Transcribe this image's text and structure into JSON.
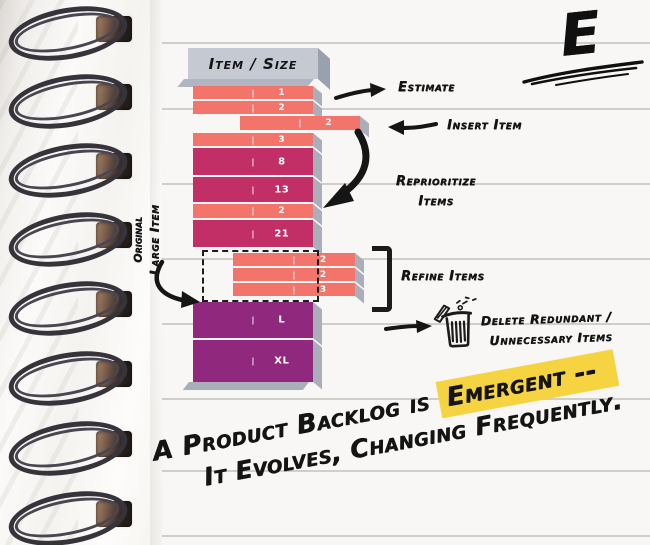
{
  "logo": {
    "letter": "E"
  },
  "table_header": {
    "label": "Item / Size"
  },
  "backlog": {
    "tick": "|",
    "items": [
      {
        "value": "1",
        "color": "#F2746B",
        "variant": "normal"
      },
      {
        "value": "2",
        "color": "#F2746B",
        "variant": "normal"
      },
      {
        "value": "2",
        "color": "#F2746B",
        "variant": "inserted"
      },
      {
        "value": "3",
        "color": "#F2746B",
        "variant": "normal"
      },
      {
        "value": "8",
        "color": "#C22F67",
        "variant": "normal"
      },
      {
        "value": "13",
        "color": "#C22F67",
        "variant": "normal"
      },
      {
        "value": "2",
        "color": "#F2746B",
        "variant": "normal"
      },
      {
        "value": "21",
        "color": "#C22F67",
        "variant": "normal"
      },
      {
        "value": "2",
        "color": "#F2746B",
        "variant": "refined"
      },
      {
        "value": "2",
        "color": "#F2746B",
        "variant": "refined"
      },
      {
        "value": "3",
        "color": "#F2746B",
        "variant": "refined"
      },
      {
        "value": "L",
        "color": "#90297E",
        "variant": "large"
      },
      {
        "value": "XL",
        "color": "#90297E",
        "variant": "large"
      }
    ]
  },
  "annotations": {
    "estimate": "Estimate",
    "insert_item": "Insert Item",
    "reprioritize": [
      "Reprioritize",
      "Items"
    ],
    "refine_items": "Refine Items",
    "delete": [
      "Delete Redundant /",
      "Unnecessary Items"
    ],
    "original_item": [
      "Original",
      "Large Item"
    ]
  },
  "caption": {
    "line1_pre": "A Product Backlog is ",
    "line1_highlight": "Emergent",
    "line1_post": " --",
    "line2": "It Evolves, Changing Frequently."
  },
  "colors": {
    "salmon": "#F2746B",
    "magenta": "#C22F67",
    "purple": "#90297E",
    "header_gray": "#C4C9D2",
    "shadow_gray": "#A9AEB9",
    "highlight_yellow": "#F6D441",
    "ink": "#141414"
  }
}
